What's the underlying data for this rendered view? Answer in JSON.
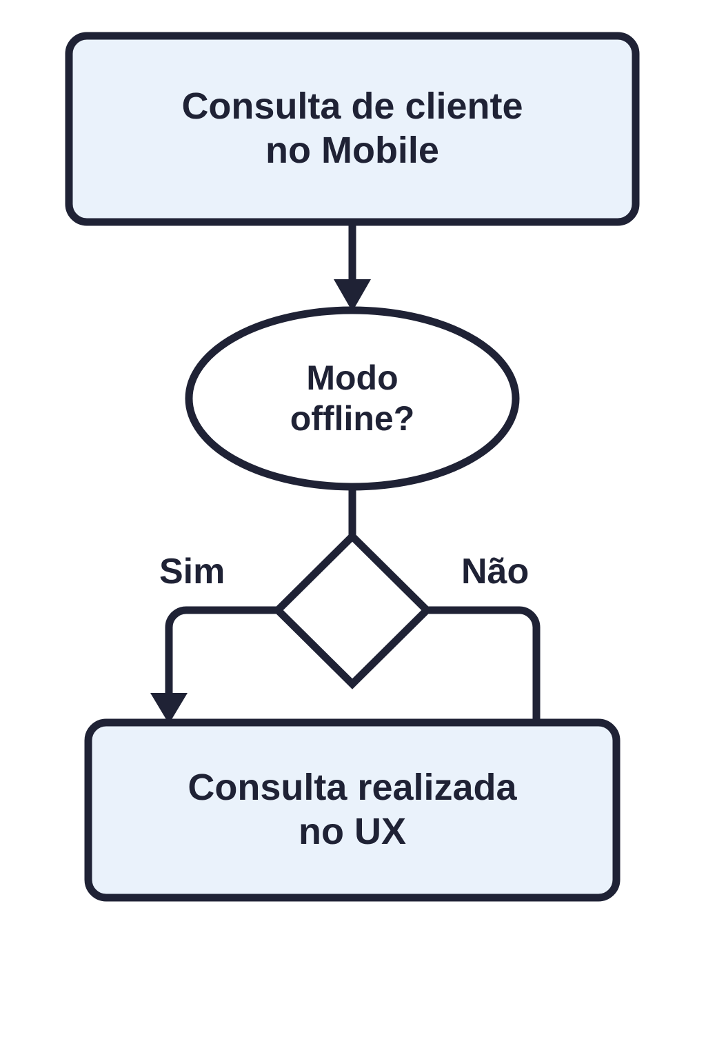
{
  "diagram": {
    "type": "flowchart",
    "orientation": "top-to-bottom",
    "background_color": "#ffffff",
    "stroke_color": "#1f2235",
    "process_fill_color": "#eaf2fb",
    "shape_fill_color": "#ffffff",
    "text_color": "#1f2235",
    "nodes": [
      {
        "id": "start",
        "shape": "rounded-rectangle",
        "label": "Consulta de cliente\nno Mobile",
        "fill": "#eaf2fb"
      },
      {
        "id": "decision-ellipse",
        "shape": "ellipse",
        "label": "Modo\noffline?",
        "fill": "#ffffff"
      },
      {
        "id": "decision-diamond",
        "shape": "diamond",
        "label": "",
        "fill": "#ffffff"
      },
      {
        "id": "end",
        "shape": "rounded-rectangle",
        "label": "Consulta realizada\nno UX",
        "fill": "#eaf2fb"
      }
    ],
    "edges": [
      {
        "id": "start-to-ellipse",
        "from": "start",
        "to": "decision-ellipse",
        "label": "",
        "arrowhead": true
      },
      {
        "id": "ellipse-to-diamond",
        "from": "decision-ellipse",
        "to": "decision-diamond",
        "label": "",
        "arrowhead": false
      },
      {
        "id": "diamond-yes-to-end",
        "from": "decision-diamond",
        "to": "end",
        "label": "Sim",
        "arrowhead": true
      },
      {
        "id": "diamond-no-to-end",
        "from": "decision-diamond",
        "to": "end",
        "label": "Não",
        "arrowhead": false
      }
    ]
  }
}
